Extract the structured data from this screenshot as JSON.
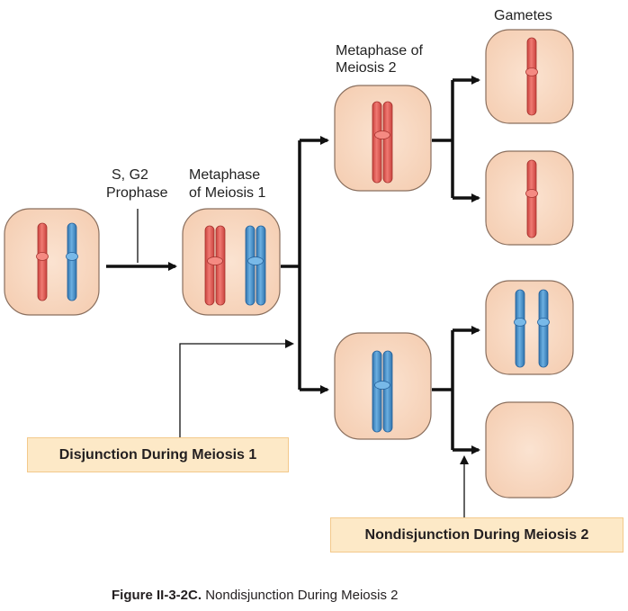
{
  "labels": {
    "gametes": "Gametes",
    "meta2_line1": "Metaphase of",
    "meta2_line2": "Meiosis 2",
    "sg2_line1": "S, G2",
    "sg2_line2": "Prophase",
    "meta1_line1": "Metaphase",
    "meta1_line2": "of Meiosis 1"
  },
  "boxes": {
    "disjunction": "Disjunction During Meiosis 1",
    "nondisjunction": "Nondisjunction During Meiosis 2"
  },
  "caption": {
    "figure_id": "Figure II-3-2C.",
    "title": "Nondisjunction During Meiosis 2"
  },
  "colors": {
    "cell_fill": "#f9d9c3",
    "cell_stroke": "#8a6f5e",
    "red_chromosome": "#e8605a",
    "blue_chromosome": "#4b95cf",
    "box_fill": "#fde9c7",
    "arrow": "#111111"
  }
}
